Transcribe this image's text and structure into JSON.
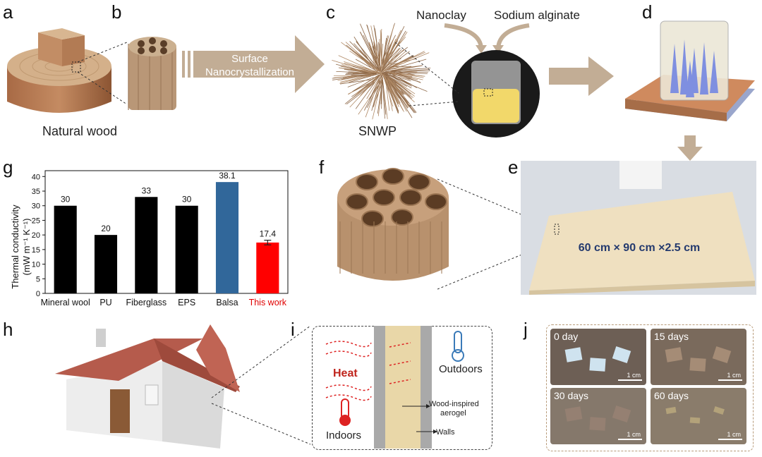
{
  "panels": {
    "a": {
      "letter": "a",
      "caption": "Natural wood"
    },
    "b": {
      "letter": "b"
    },
    "c": {
      "letter": "c",
      "caption": "SNWP",
      "arrow_text_1": "Surface",
      "arrow_text_2": "Nanocrystallization",
      "input_1": "Nanoclay",
      "input_2": "Sodium alginate"
    },
    "d": {
      "letter": "d"
    },
    "e": {
      "letter": "e",
      "size_text": "60 cm × 90 cm ×2.5 cm"
    },
    "f": {
      "letter": "f"
    },
    "g": {
      "letter": "g"
    },
    "h": {
      "letter": "h"
    },
    "i": {
      "letter": "i",
      "heat": "Heat",
      "outdoors": "Outdoors",
      "indoors": "Indoors",
      "aerogel_1": "Wood-inspired",
      "aerogel_2": "aerogel",
      "walls": "Walls"
    },
    "j": {
      "letter": "j",
      "scale": "1 cm",
      "tiles": [
        "0 day",
        "15 days",
        "30 days",
        "60 days"
      ]
    }
  },
  "chart_data": {
    "type": "bar",
    "categories": [
      "Mineral wool",
      "PU",
      "Fiberglass",
      "EPS",
      "Balsa",
      "This work"
    ],
    "values": [
      30,
      20,
      33,
      30,
      38.1,
      17.4
    ],
    "value_labels": [
      "30",
      "20",
      "33",
      "30",
      "38.1",
      "17.4"
    ],
    "error": [
      0,
      0,
      0,
      0,
      0,
      0.8
    ],
    "colors": [
      "#000000",
      "#000000",
      "#000000",
      "#000000",
      "#31679a",
      "#ff0000"
    ],
    "label_colors": [
      "#111111",
      "#111111",
      "#111111",
      "#111111",
      "#111111",
      "#e00000"
    ],
    "ylabel": "Thermal conductivity",
    "ylabel_unit": "(mW m⁻¹ K⁻¹)",
    "ylim": [
      0,
      42
    ],
    "yticks": [
      0,
      5,
      10,
      15,
      20,
      25,
      30,
      35,
      40
    ],
    "grid": false
  }
}
